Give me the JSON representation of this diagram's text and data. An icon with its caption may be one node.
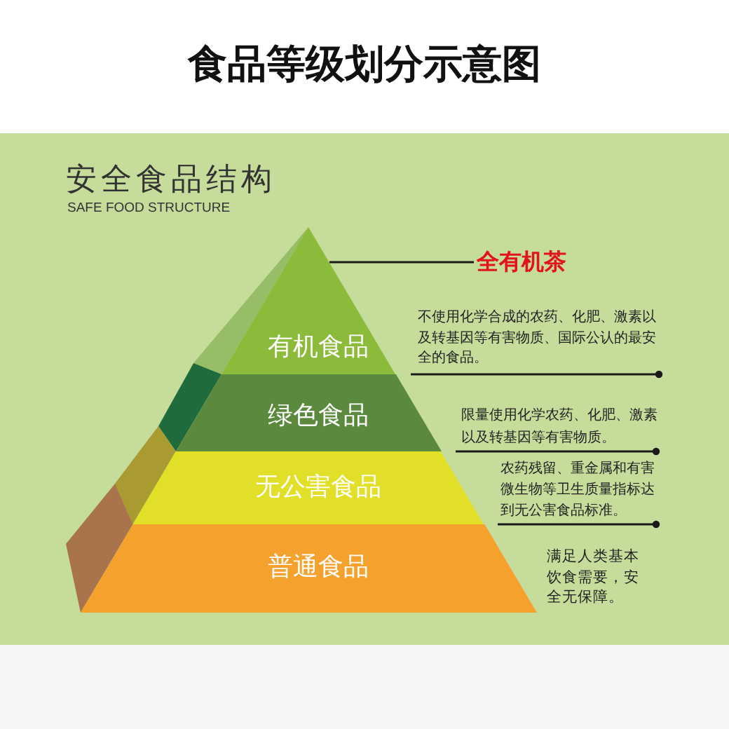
{
  "diagram": {
    "title": "食品等级划分示意图",
    "nodes": [
      {
        "text": [
          "有机食品"
        ]
      },
      {
        "text": [
          "绿色食品"
        ]
      },
      {
        "text": [
          "无公害食品"
        ]
      },
      {
        "text": [
          "普通食品"
        ],
        "beside": [
          "满足人类基本饮食需要，安全无保障。"
        ]
      },
      {
        "text": [
          "全有机茶"
        ]
      }
    ],
    "edges": [
      {
        "from": 4,
        "to": 0,
        "arrow": "none"
      }
    ],
    "labels": [
      "安全食品结构",
      "SAFE FOOD STRUCTURE",
      "不使用化学合成的农药、化肥、激素以及转基因等有害物质、国际公认的最安全的食品。",
      "限量使用化学农药、化肥、激素以及转基因等有害物质。",
      "农药残留、重金属和有害微生物等卫生质量指标达到无公害食品标准。"
    ]
  }
}
